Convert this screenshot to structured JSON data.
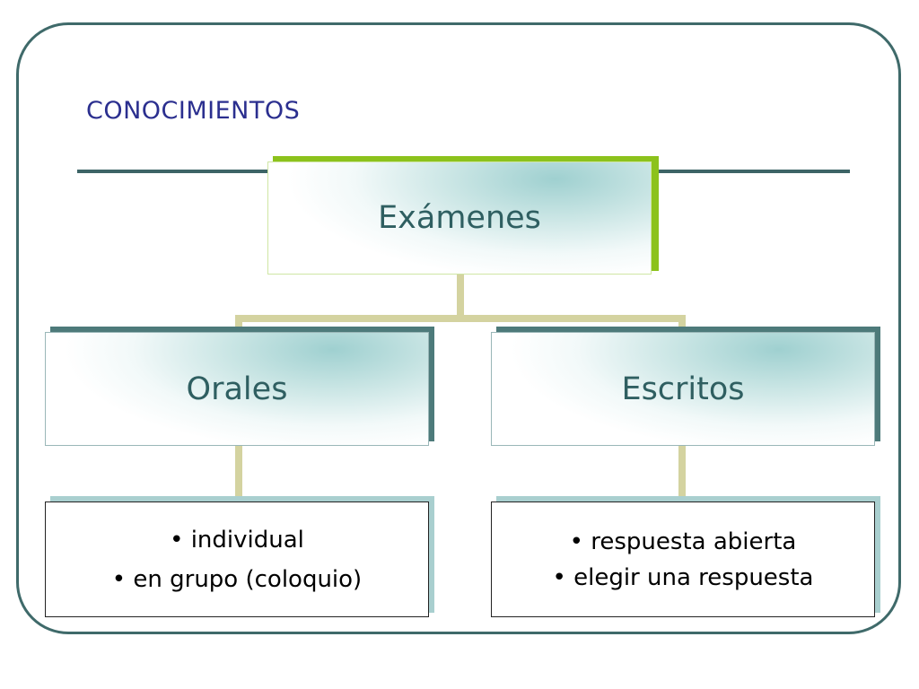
{
  "title": "CONOCIMIENTOS",
  "root": {
    "label": "Exámenes"
  },
  "branches": [
    {
      "label": "Orales",
      "items": [
        "• individual",
        "• en grupo (coloquio)"
      ]
    },
    {
      "label": "Escritos",
      "items": [
        "• respuesta abierta",
        "• elegir una respuesta"
      ]
    }
  ],
  "colors": {
    "frame": "#3f6a6a",
    "title": "#2b2f8f",
    "heading_text": "#2f5f61",
    "connector": "#d4d3a0",
    "root_shadow": "#8cc21c",
    "branch_shadow": "#4d7a7a",
    "leaf_shadow": "#a9cfcf"
  }
}
